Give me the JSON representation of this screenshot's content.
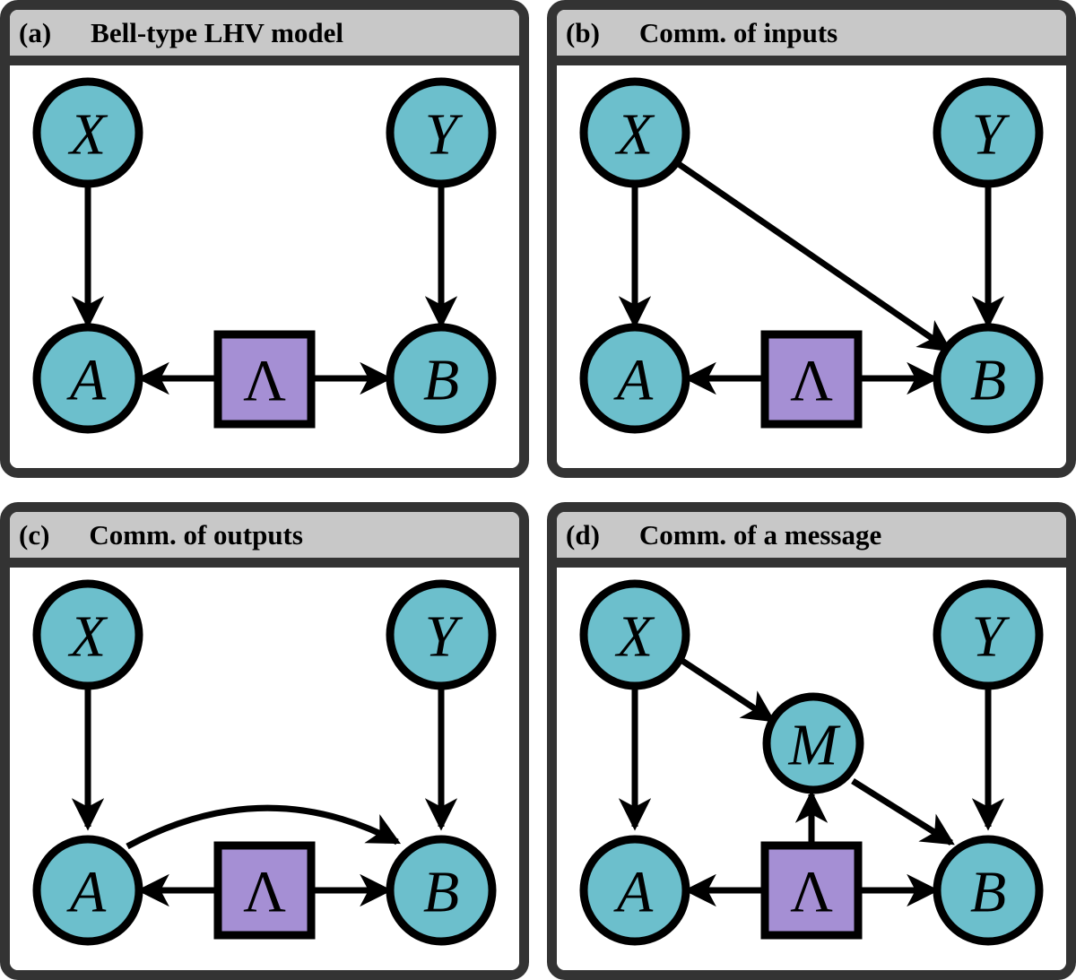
{
  "figure": {
    "layout": "2x2-grid",
    "panel_count": 4
  },
  "colors": {
    "node_fill": "#6cbfcc",
    "latent_fill": "#a58fd4",
    "stroke": "#000000",
    "frame": "#333333",
    "header_bg": "#c8c8c8",
    "panel_bg": "#ffffff"
  },
  "panels": [
    {
      "tag": "(a)",
      "title": "Bell-type LHV model",
      "nodes": [
        {
          "id": "X",
          "label": "X",
          "shape": "circle",
          "role": "input"
        },
        {
          "id": "Y",
          "label": "Y",
          "shape": "circle",
          "role": "input"
        },
        {
          "id": "A",
          "label": "A",
          "shape": "circle",
          "role": "output"
        },
        {
          "id": "B",
          "label": "B",
          "shape": "circle",
          "role": "output"
        },
        {
          "id": "L",
          "label": "Λ",
          "shape": "square",
          "role": "latent"
        }
      ],
      "edges": [
        {
          "from": "X",
          "to": "A",
          "style": "straight"
        },
        {
          "from": "Y",
          "to": "B",
          "style": "straight"
        },
        {
          "from": "L",
          "to": "A",
          "style": "straight"
        },
        {
          "from": "L",
          "to": "B",
          "style": "straight"
        }
      ]
    },
    {
      "tag": "(b)",
      "title": "Comm. of inputs",
      "nodes": [
        {
          "id": "X",
          "label": "X",
          "shape": "circle",
          "role": "input"
        },
        {
          "id": "Y",
          "label": "Y",
          "shape": "circle",
          "role": "input"
        },
        {
          "id": "A",
          "label": "A",
          "shape": "circle",
          "role": "output"
        },
        {
          "id": "B",
          "label": "B",
          "shape": "circle",
          "role": "output"
        },
        {
          "id": "L",
          "label": "Λ",
          "shape": "square",
          "role": "latent"
        }
      ],
      "edges": [
        {
          "from": "X",
          "to": "A",
          "style": "straight"
        },
        {
          "from": "X",
          "to": "B",
          "style": "diagonal"
        },
        {
          "from": "Y",
          "to": "B",
          "style": "straight"
        },
        {
          "from": "L",
          "to": "A",
          "style": "straight"
        },
        {
          "from": "L",
          "to": "B",
          "style": "straight"
        }
      ]
    },
    {
      "tag": "(c)",
      "title": "Comm. of outputs",
      "nodes": [
        {
          "id": "X",
          "label": "X",
          "shape": "circle",
          "role": "input"
        },
        {
          "id": "Y",
          "label": "Y",
          "shape": "circle",
          "role": "input"
        },
        {
          "id": "A",
          "label": "A",
          "shape": "circle",
          "role": "output"
        },
        {
          "id": "B",
          "label": "B",
          "shape": "circle",
          "role": "output"
        },
        {
          "id": "L",
          "label": "Λ",
          "shape": "square",
          "role": "latent"
        }
      ],
      "edges": [
        {
          "from": "X",
          "to": "A",
          "style": "straight"
        },
        {
          "from": "Y",
          "to": "B",
          "style": "straight"
        },
        {
          "from": "A",
          "to": "B",
          "style": "curved"
        },
        {
          "from": "L",
          "to": "A",
          "style": "straight"
        },
        {
          "from": "L",
          "to": "B",
          "style": "straight"
        }
      ]
    },
    {
      "tag": "(d)",
      "title": "Comm. of a message",
      "nodes": [
        {
          "id": "X",
          "label": "X",
          "shape": "circle",
          "role": "input"
        },
        {
          "id": "Y",
          "label": "Y",
          "shape": "circle",
          "role": "input"
        },
        {
          "id": "A",
          "label": "A",
          "shape": "circle",
          "role": "output"
        },
        {
          "id": "B",
          "label": "B",
          "shape": "circle",
          "role": "output"
        },
        {
          "id": "M",
          "label": "M",
          "shape": "circle",
          "role": "message"
        },
        {
          "id": "L",
          "label": "Λ",
          "shape": "square",
          "role": "latent"
        }
      ],
      "edges": [
        {
          "from": "X",
          "to": "A",
          "style": "straight"
        },
        {
          "from": "X",
          "to": "M",
          "style": "diagonal"
        },
        {
          "from": "M",
          "to": "B",
          "style": "diagonal"
        },
        {
          "from": "Y",
          "to": "B",
          "style": "straight"
        },
        {
          "from": "L",
          "to": "M",
          "style": "straight"
        },
        {
          "from": "L",
          "to": "A",
          "style": "straight"
        },
        {
          "from": "L",
          "to": "B",
          "style": "straight"
        }
      ]
    }
  ]
}
